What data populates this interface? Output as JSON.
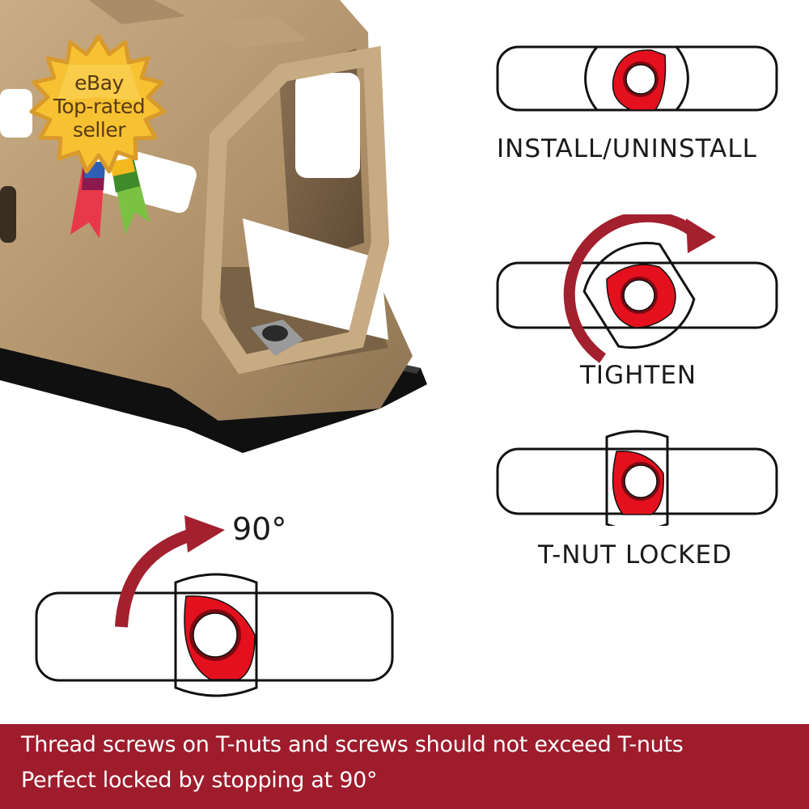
{
  "badge": {
    "lines": [
      "eBay",
      "Top-rated",
      "seller"
    ],
    "colors": {
      "star": "#f6c232",
      "star_edge": "#d99a2b",
      "text": "#5a3a12",
      "ribbon_left": [
        "#2d5fb5",
        "#8d1a4f",
        "#e8394b"
      ],
      "ribbon_right": [
        "#f3b91e",
        "#3f8a2a",
        "#7cc242"
      ]
    }
  },
  "diagrams": {
    "install": {
      "label": "INSTALL/UNINSTALL"
    },
    "tighten": {
      "label": "TIGHTEN"
    },
    "locked": {
      "label": "T-NUT LOCKED"
    },
    "rotate": {
      "label": "90°"
    }
  },
  "banner": {
    "line1": "Thread screws on T-nuts and screws should not exceed T-nuts",
    "line2": "Perfect locked by stopping at 90°",
    "background": "#9e1c2c"
  },
  "colors": {
    "nut_red": "#e4101e",
    "arrow_red": "#a3202f",
    "outline": "#111111",
    "handguard_tan": "#b89b74",
    "rail_black": "#111111"
  }
}
